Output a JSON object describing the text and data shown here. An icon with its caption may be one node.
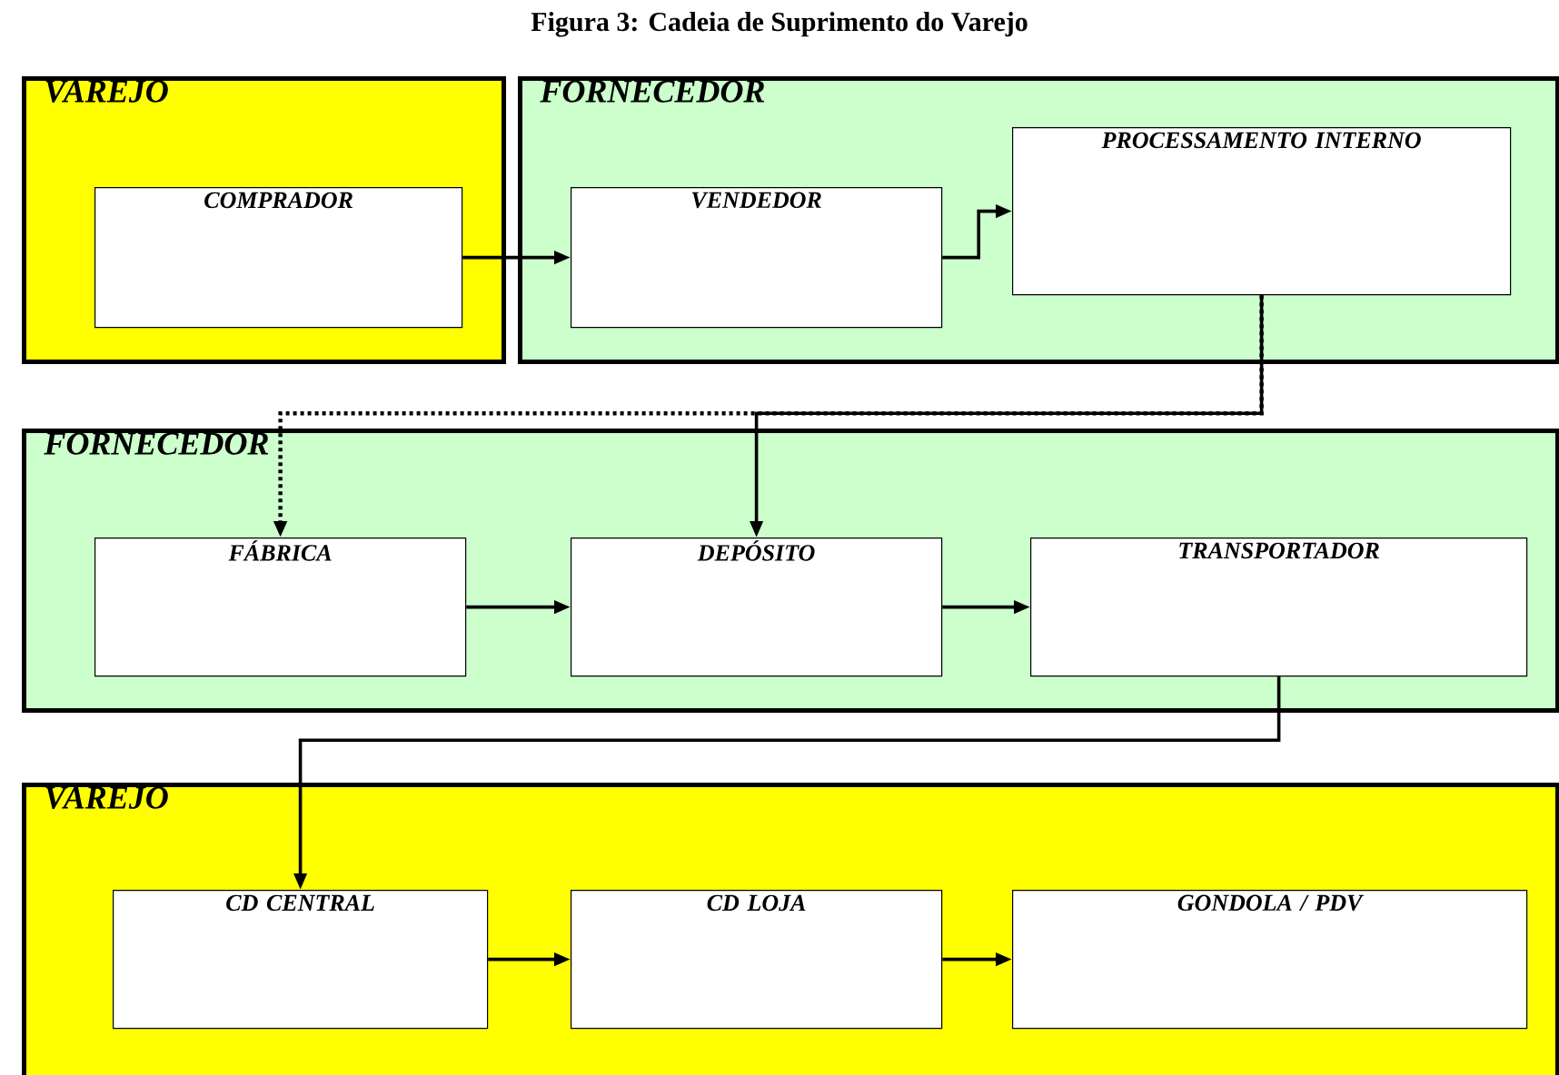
{
  "diagram": {
    "title": "Figura 3: Cadeia de Suprimento do Varejo",
    "nodes": [
      {
        "text": [
          "VAREJO"
        ]
      },
      {
        "text": [
          "COMPRADOR"
        ],
        "in": 0
      },
      {
        "text": [
          "FORNECEDOR"
        ]
      },
      {
        "text": [
          "VENDEDOR"
        ],
        "in": 2
      },
      {
        "text": [
          "PROCESSAMENTO INTERNO"
        ],
        "in": 2
      },
      {
        "text": [
          "FORNECEDOR"
        ]
      },
      {
        "text": [
          "FÁBRICA"
        ],
        "in": 5
      },
      {
        "text": [
          "DEPÓSITO"
        ],
        "in": 5
      },
      {
        "text": [
          "TRANSPORTADOR"
        ],
        "in": 5
      },
      {
        "text": [
          "VAREJO"
        ]
      },
      {
        "text": [
          "CD CENTRAL"
        ],
        "in": 9
      },
      {
        "text": [
          "CD LOJA"
        ],
        "in": 9
      },
      {
        "text": [
          "GONDOLA / PDV"
        ],
        "in": 9
      }
    ],
    "edges": [
      {
        "from": 1,
        "to": 3,
        "arrow": "to"
      },
      {
        "from": 3,
        "to": 4,
        "arrow": "to"
      },
      {
        "from": 4,
        "to": 7,
        "arrow": "to"
      },
      {
        "from": 4,
        "to": 6,
        "arrow": "to",
        "style": "dashed"
      },
      {
        "from": 6,
        "to": 7,
        "arrow": "to"
      },
      {
        "from": 7,
        "to": 8,
        "arrow": "to"
      },
      {
        "from": 8,
        "to": 10,
        "arrow": "to"
      },
      {
        "from": 10,
        "to": 11,
        "arrow": "to"
      },
      {
        "from": 11,
        "to": 12,
        "arrow": "to"
      }
    ]
  }
}
